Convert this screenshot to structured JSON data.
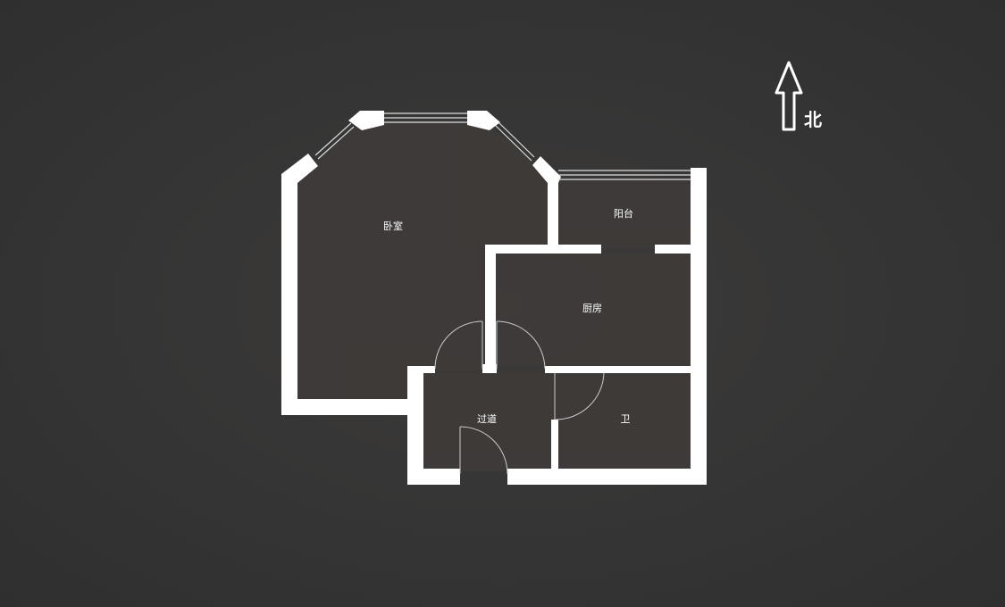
{
  "rooms": {
    "bedroom": "卧室",
    "balcony": "阳台",
    "kitchen": "厨房",
    "corridor": "过道",
    "bathroom": "卫"
  },
  "compass": {
    "label": "北",
    "icon": "north-arrow-icon"
  },
  "colors": {
    "background": "#343434",
    "walls": "#ffffff"
  }
}
